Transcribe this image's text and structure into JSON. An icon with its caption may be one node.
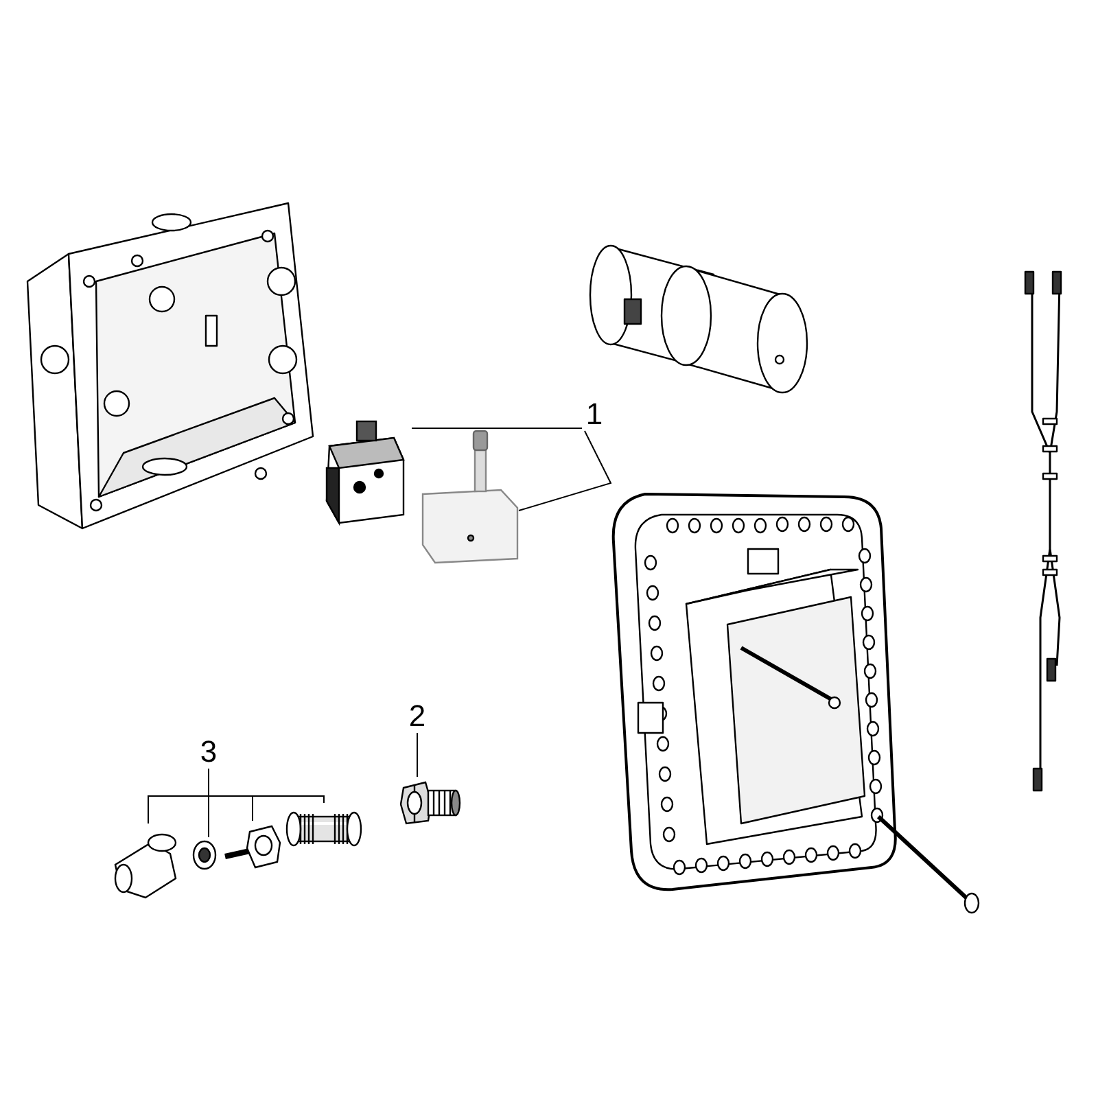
{
  "diagram": {
    "nodes": [
      {
        "text": [
          "1"
        ]
      },
      {
        "text": [],
        "shape": "picture"
      },
      {
        "text": [],
        "shape": "picture"
      },
      {
        "text": [
          "2"
        ]
      },
      {
        "text": [],
        "shape": "picture"
      },
      {
        "text": [
          "3"
        ]
      },
      {
        "text": [],
        "shape": "picture"
      },
      {
        "text": [],
        "shape": "picture"
      },
      {
        "text": [],
        "shape": "picture"
      },
      {
        "text": [],
        "shape": "picture"
      }
    ],
    "edges": [
      {
        "from": 0,
        "to": 1,
        "arrow": "none"
      },
      {
        "from": 0,
        "to": 2,
        "arrow": "none"
      },
      {
        "from": 3,
        "to": 4,
        "arrow": "none"
      },
      {
        "from": 5,
        "to": 6,
        "arrow": "none"
      },
      {
        "from": 5,
        "to": 7,
        "arrow": "none"
      },
      {
        "from": 5,
        "to": 8,
        "arrow": "none"
      },
      {
        "from": 5,
        "to": 9,
        "arrow": "none"
      }
    ]
  }
}
